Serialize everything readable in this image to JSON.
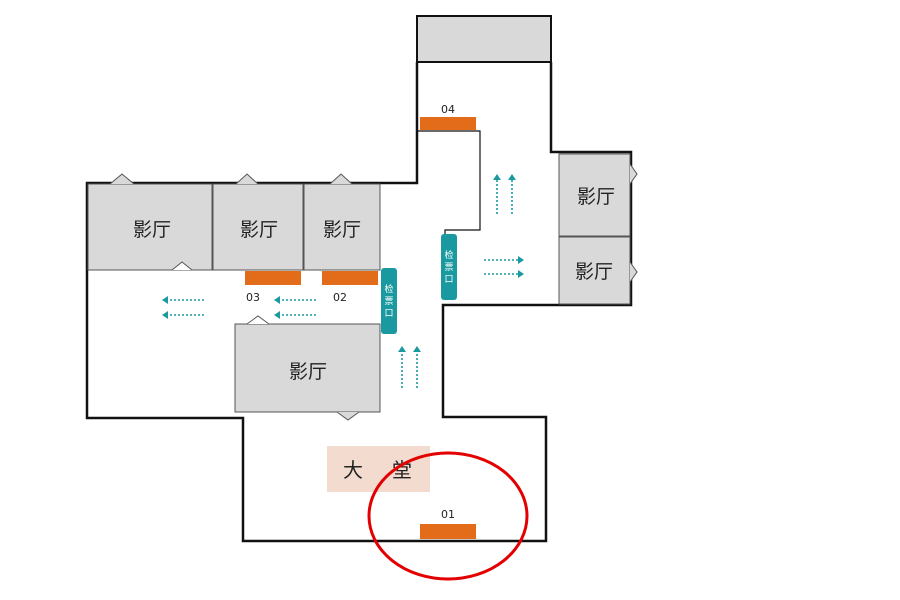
{
  "rooms": [
    {
      "label": "影厅"
    },
    {
      "label": "影厅"
    },
    {
      "label": "影厅"
    },
    {
      "label": "影厅"
    },
    {
      "label": "影厅"
    },
    {
      "label": "影厅"
    }
  ],
  "exits": [
    {
      "label": "01"
    },
    {
      "label": "02"
    },
    {
      "label": "03"
    },
    {
      "label": "04"
    }
  ],
  "lobby": {
    "chars": [
      "大",
      "堂"
    ]
  },
  "gates": [
    {
      "chars": [
        "检",
        "票",
        "口"
      ]
    },
    {
      "chars": [
        "检",
        "票",
        "口"
      ]
    }
  ],
  "colors": {
    "room_fill": "#d9d9d9",
    "wall": "#111111",
    "exit": "#e36c1a",
    "gate": "#1a9aa0",
    "arrow": "#1a9aa0",
    "lobby_fill": "#f3dccf",
    "highlight": "#e30000"
  }
}
